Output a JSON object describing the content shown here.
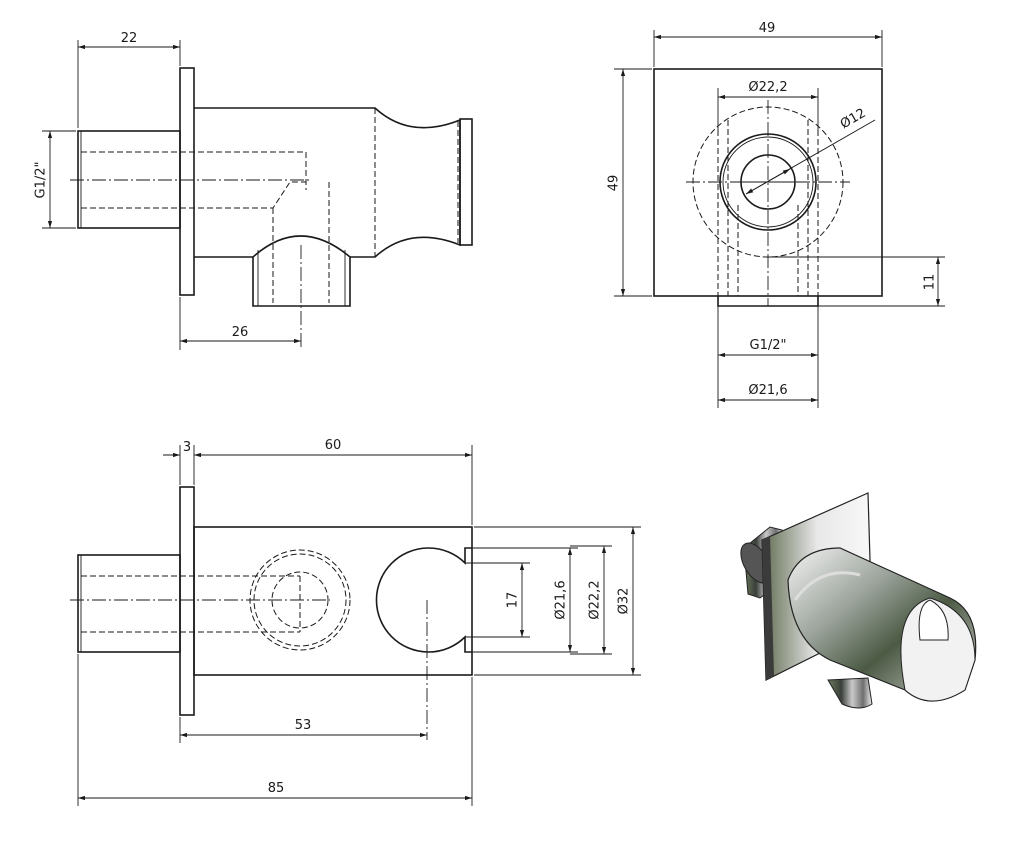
{
  "side_view": {
    "dim_pipe_length": "22",
    "dim_thread": "G1/2\"",
    "dim_outlet_offset": "26"
  },
  "front_view": {
    "dim_width": "49",
    "dim_height": "49",
    "dim_bore": "Ø22,2",
    "dim_inner": "Ø12",
    "dim_outlet_height": "11",
    "dim_outlet_thread": "G1/2\"",
    "dim_outlet_diameter": "Ø21,6"
  },
  "top_view": {
    "dim_flange": "3",
    "dim_body_length": "60",
    "dim_slot": "17",
    "dim_d216": "Ø21,6",
    "dim_d222": "Ø22,2",
    "dim_d32": "Ø32",
    "dim_holder_center": "53",
    "dim_total": "85"
  },
  "render": {
    "label": "3d-product-render"
  }
}
